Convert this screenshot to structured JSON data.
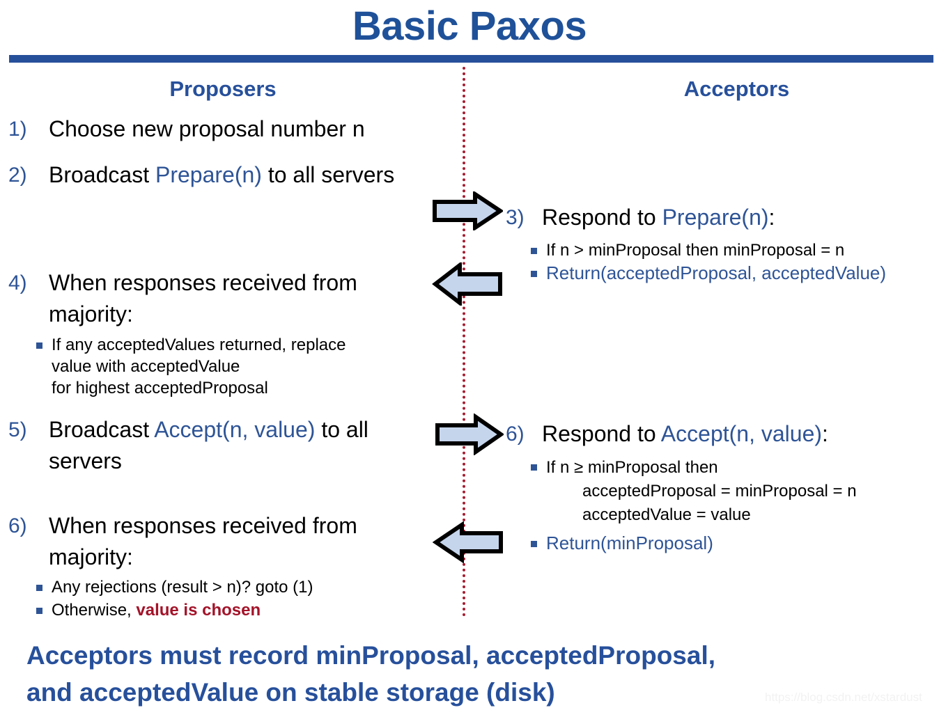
{
  "slide": {
    "title": "Basic Paxos",
    "accent_blue": "#27509B",
    "title_blue": "#1F5199",
    "keyword_blue": "#2E5496",
    "divider_red": "#A51C30",
    "chosen_red": "#A31329",
    "arrow_fill": "#C5D5EC",
    "arrow_stroke": "#000000"
  },
  "columns": {
    "left_heading": "Proposers",
    "right_heading": "Acceptors"
  },
  "proposers": {
    "step1": {
      "num": "1)",
      "text": "Choose new proposal number n"
    },
    "step2": {
      "num": "2)",
      "pre": "Broadcast ",
      "kw": "Prepare(n)",
      "post": " to all servers"
    },
    "step4": {
      "num": "4)",
      "text": "When responses received from majority:",
      "bullets": [
        "If any acceptedValues returned, replace",
        "value with acceptedValue",
        "for highest acceptedProposal"
      ]
    },
    "step5": {
      "num": "5)",
      "pre": "Broadcast ",
      "kw": "Accept(n, value)",
      "post": " to all servers"
    },
    "step6": {
      "num": "6)",
      "text": "When responses received from majority:",
      "bullet1": "Any rejections (result > n)?  goto (1)",
      "bullet2_pre": "Otherwise, ",
      "bullet2_em": "value is chosen"
    }
  },
  "acceptors": {
    "step3": {
      "num": "3)",
      "pre": "Respond to ",
      "kw": "Prepare(n)",
      "post": ":",
      "bullet1": "If n > minProposal then minProposal = n",
      "bullet2": "Return(acceptedProposal, acceptedValue)"
    },
    "step6": {
      "num": "6)",
      "pre": "Respond to ",
      "kw": "Accept(n, value)",
      "post": ":",
      "bullet1_line1": "If n ≥ minProposal then",
      "bullet1_line2": "acceptedProposal = minProposal = n",
      "bullet1_line3": "acceptedValue = value",
      "bullet2": "Return(minProposal)"
    }
  },
  "arrows": {
    "prepare_out": "arrow-right-prepare",
    "prepare_in": "arrow-left-prepare-response",
    "accept_out": "arrow-right-accept",
    "accept_in": "arrow-left-accept-response"
  },
  "footer": {
    "line1": "Acceptors must record minProposal, acceptedProposal,",
    "line2": "and acceptedValue on stable storage (disk)"
  },
  "watermark": "https://blog.csdn.net/xstardust"
}
